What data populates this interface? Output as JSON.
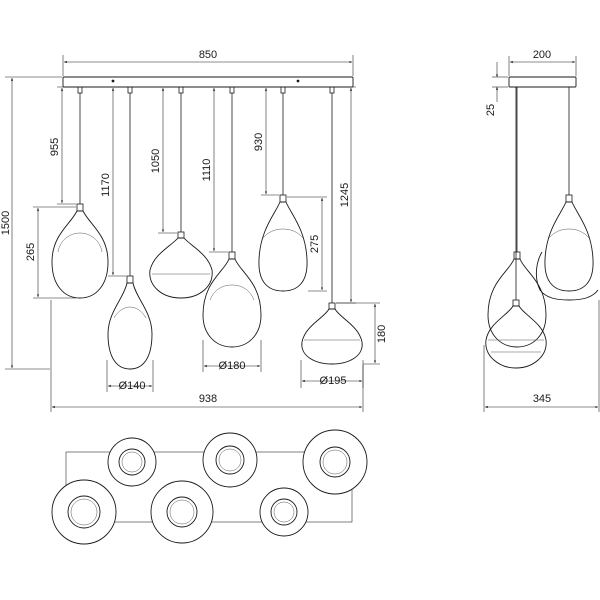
{
  "front_view": {
    "canopy_width": "850",
    "overall_width": "938",
    "overall_height": "1500",
    "shade_height_1": "265",
    "cable_1": "955",
    "cable_2": "1170",
    "cable_3": "1050",
    "cable_4": "1110",
    "cable_5": "930",
    "shade_height_5": "275",
    "cable_6": "1245",
    "shade_height_6": "180",
    "diameter_2": "Ø140",
    "diameter_4": "Ø180",
    "diameter_6": "Ø195"
  },
  "side_view": {
    "canopy_width": "200",
    "canopy_height": "25",
    "depth": "345"
  }
}
